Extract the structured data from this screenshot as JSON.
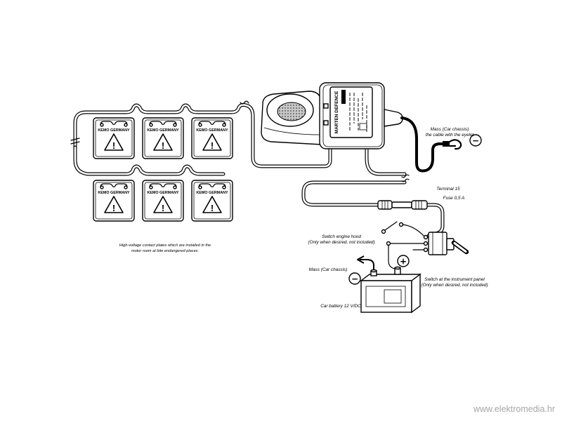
{
  "plates": [
    {
      "label": "KEMO GERMANY"
    },
    {
      "label": "KEMO GERMANY"
    },
    {
      "label": "KEMO GERMANY"
    },
    {
      "label": "KEMO GERMANY"
    },
    {
      "label": "KEMO GERMANY"
    },
    {
      "label": "KEMO GERMANY"
    }
  ],
  "warning_symbol": "!",
  "device": {
    "label": "MARTEN DEFENCE"
  },
  "labels": {
    "plates_caption": [
      "High-voltage contact plates which are installed in the",
      "motor room at bite endangered places."
    ],
    "mass_eyelet": [
      "Mass (Car chassis)",
      "the cable with the eyelet"
    ],
    "terminal": "Terminal 15",
    "fuse": "Fuse 0,5 A",
    "hood_switch": [
      "Switch engine hood",
      "(Only when desired, not included)"
    ],
    "mass_battery": "Mass (Car chassis)",
    "panel_switch": [
      "Switch at the instrument panel",
      "(Only when desired, not included)"
    ],
    "battery": "Car battery 12 V/DC"
  },
  "symbols": {
    "plus": "+",
    "minus": "−"
  },
  "watermark": "www.elektromedia.hr"
}
